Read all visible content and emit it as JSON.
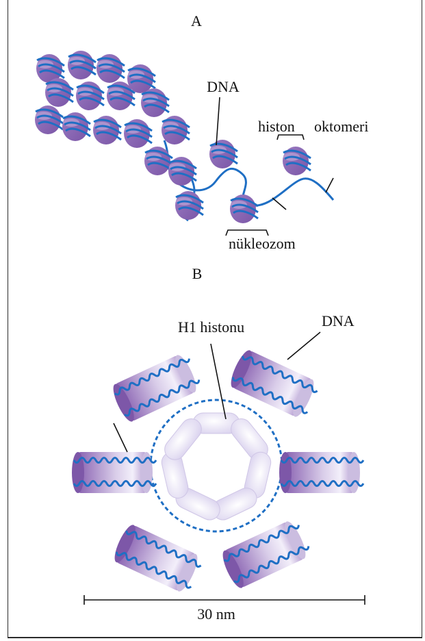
{
  "panel_a": {
    "label": "A",
    "dna_label": "DNA",
    "histone_label_1": "histon",
    "histone_label_2": "oktomeri",
    "nucleosome_label": "nükleozom"
  },
  "panel_b": {
    "label": "B",
    "h1_label": "H1 histonu",
    "dna_label": "DNA",
    "scale_label": "30 nm"
  },
  "colors": {
    "histone_purple": "#8e6bb4",
    "histone_light": "#e4dcf0",
    "dna_blue": "#1f6fc4",
    "h1_lavender": "#e6e1f3"
  }
}
